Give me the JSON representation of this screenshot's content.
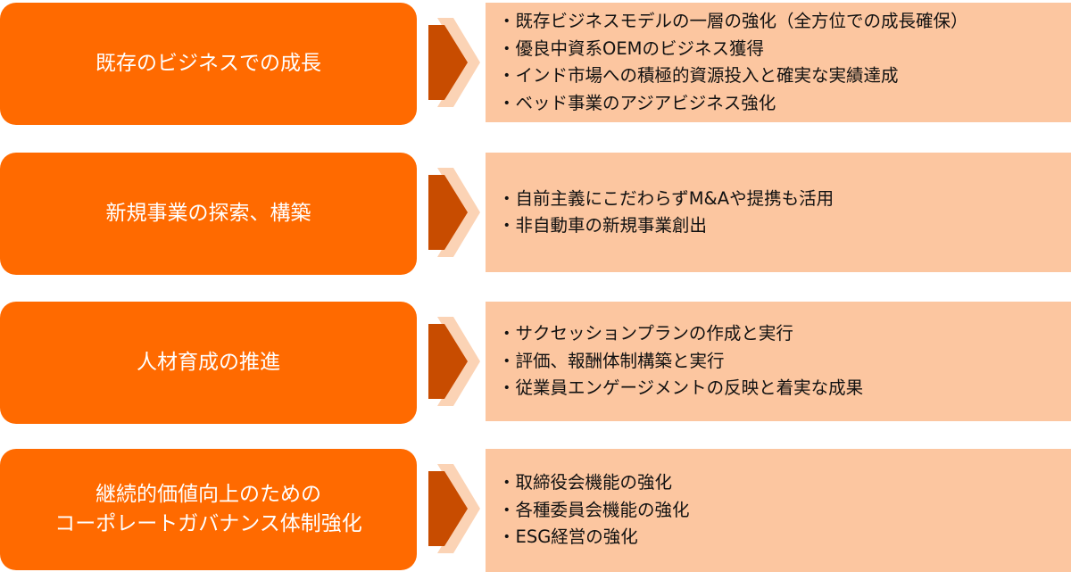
{
  "colors": {
    "left_box": "#ff6a00",
    "right_box": "#fcc6a0",
    "arrow_back": "#fbd3b5",
    "arrow_front": "#c84c00",
    "text_light": "#ffffff",
    "text_dark": "#111111"
  },
  "rows": [
    {
      "title_lines": [
        "既存のビジネスでの成長"
      ],
      "bullets": [
        "・既存ビジネスモデルの一層の強化（全方位での成長確保）",
        "・優良中資系OEMのビジネス獲得",
        "・インド市場への積極的資源投入と確実な実績達成",
        "・ベッド事業のアジアビジネス強化"
      ]
    },
    {
      "title_lines": [
        "新規事業の探索、構築"
      ],
      "bullets": [
        "・自前主義にこだわらずM&Aや提携も活用",
        "・非自動車の新規事業創出"
      ]
    },
    {
      "title_lines": [
        "人材育成の推進"
      ],
      "bullets": [
        "・サクセッションプランの作成と実行",
        "・評価、報酬体制構築と実行",
        "・従業員エンゲージメントの反映と着実な成果"
      ]
    },
    {
      "title_lines": [
        "継続的価値向上のための",
        "コーポレートガバナンス体制強化"
      ],
      "bullets": [
        "・取締役会機能の強化",
        "・各種委員会機能の強化",
        "・ESG経営の強化"
      ]
    }
  ]
}
